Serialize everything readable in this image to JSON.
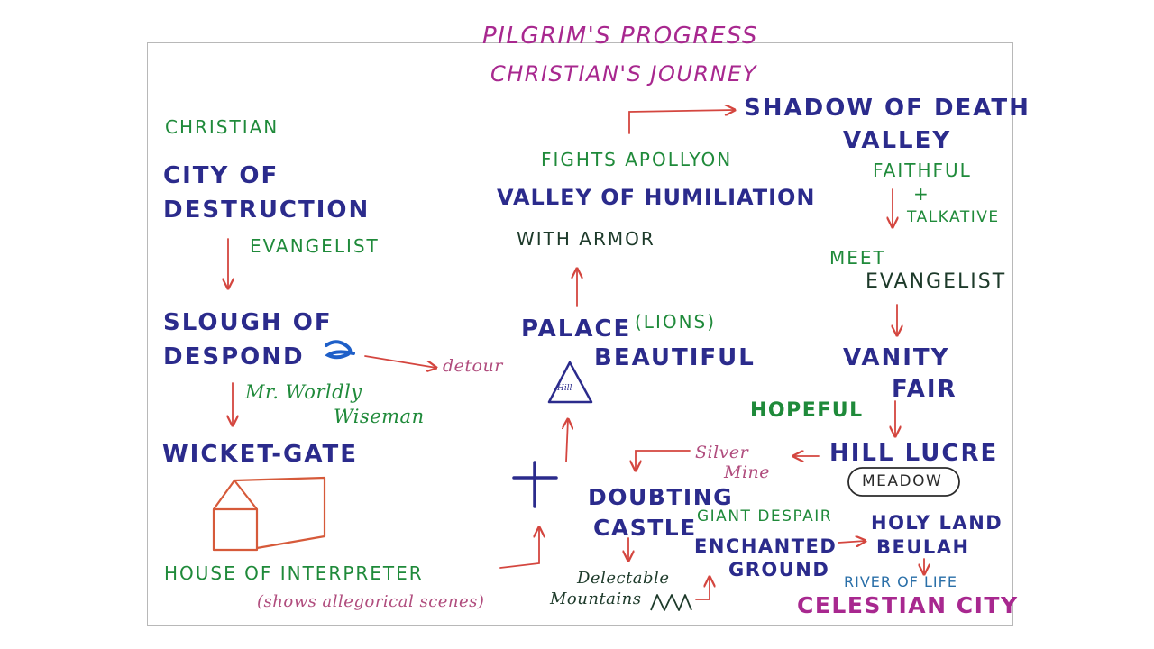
{
  "colors": {
    "title": "#a8288f",
    "place": "#2b2b8c",
    "person": "#1f8a3a",
    "arrow": "#d4463f",
    "note": "#b04c7d",
    "river": "#2a6fa8",
    "hill": "#2b2b8c"
  },
  "title": {
    "line1": "PILGRIM'S PROGRESS",
    "line2": "CHRISTIAN'S JOURNEY"
  },
  "left": {
    "christian": "CHRISTIAN",
    "city_line1": "CITY OF",
    "city_line2": "DESTRUCTION",
    "evangelist": "EVANGELIST",
    "slough_line1": "SLOUGH OF",
    "slough_line2": "DESPOND",
    "detour": "detour",
    "worldly_line1": "Mr. Worldly",
    "worldly_line2": "Wiseman",
    "wicket_gate": "WICKET-GATE",
    "interpreter": "HOUSE OF INTERPRETER",
    "interpreter_note": "(shows allegorical scenes)"
  },
  "middle": {
    "fights": "FIGHTS APOLLYON",
    "humiliation": "VALLEY OF HUMILIATION",
    "armor": "WITH ARMOR",
    "palace": "PALACE",
    "lions": "(LIONS)",
    "beautiful": "BEAUTIFUL",
    "hill": "Hill",
    "silver_line1": "Silver",
    "silver_line2": "Mine",
    "doubting": "DOUBTING",
    "castle": "CASTLE",
    "giant": "GIANT DESPAIR",
    "delectable_line1": "Delectable",
    "delectable_line2": "Mountains",
    "enchanted_line1": "ENCHANTED",
    "enchanted_line2": "GROUND"
  },
  "right": {
    "shadow_line1": "SHADOW OF DEATH",
    "shadow_line2": "VALLEY",
    "faithful": "FAITHFUL",
    "plus": "+",
    "talkative": "TALKATIVE",
    "meet": "MEET",
    "evangelist": "EVANGELIST",
    "vanity_line1": "VANITY",
    "vanity_line2": "FAIR",
    "hopeful": "HOPEFUL",
    "hill_lucre": "HILL LUCRE",
    "meadow": "MEADOW",
    "holy_land": "HOLY LAND",
    "beulah": "BEULAH",
    "river": "RIVER OF LIFE",
    "celestial": "CELESTIAN CITY"
  }
}
